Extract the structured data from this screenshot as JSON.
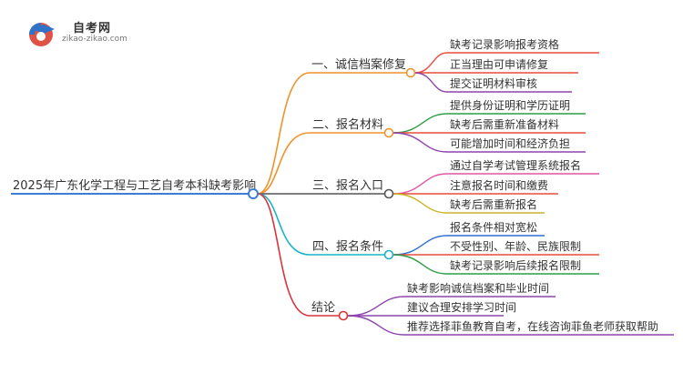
{
  "logo": {
    "title": "自考网",
    "url": "zikao-zikao.com",
    "icon": "graduation-cap-icon"
  },
  "root": {
    "label": "2025年广东化学工程与工艺自考本科缺考影响",
    "color": "#3a7fd5"
  },
  "branches": [
    {
      "id": "b1",
      "label": "一、诚信档案修复",
      "color": "#f0932b",
      "children": [
        {
          "label": "缺考记录影响报考资格",
          "color": "#e74c3c"
        },
        {
          "label": "正当理由可申请修复",
          "color": "#e74c3c"
        },
        {
          "label": "提交证明材料审核",
          "color": "#8e44ad"
        }
      ]
    },
    {
      "id": "b2",
      "label": "二、报名材料",
      "color": "#f0932b",
      "children": [
        {
          "label": "提供身份证明和学历证明",
          "color": "#2e9d46"
        },
        {
          "label": "缺考后需重新准备材料",
          "color": "#e74c3c"
        },
        {
          "label": "可能增加时间和经济负担",
          "color": "#8e44ad"
        }
      ]
    },
    {
      "id": "b3",
      "label": "三、报名入口",
      "color": "#555555",
      "children": [
        {
          "label": "通过自学考试管理系统报名",
          "color": "#e056a0"
        },
        {
          "label": "注意报名时间和缴费",
          "color": "#e74c3c"
        },
        {
          "label": "缺考后需重新报名",
          "color": "#c9b628"
        }
      ]
    },
    {
      "id": "b4",
      "label": "四、报名条件",
      "color": "#1ab3c8",
      "children": [
        {
          "label": "报名条件相对宽松",
          "color": "#2d6fd2"
        },
        {
          "label": "不受性别、年龄、民族限制",
          "color": "#e74c3c"
        },
        {
          "label": "缺考记录影响后续报名限制",
          "color": "#2e9d46"
        }
      ]
    },
    {
      "id": "b5",
      "label": "结论",
      "color": "#d9343a",
      "children": [
        {
          "label": "缺考影响诚信档案和毕业时间",
          "color": "#8e44ad"
        },
        {
          "label": "建议合理安排学习时间",
          "color": "#8e44ad"
        },
        {
          "label": "推荐选择菲鱼教育自考，在线咨询菲鱼老师获取帮助",
          "color": "#8e44ad"
        }
      ]
    }
  ]
}
